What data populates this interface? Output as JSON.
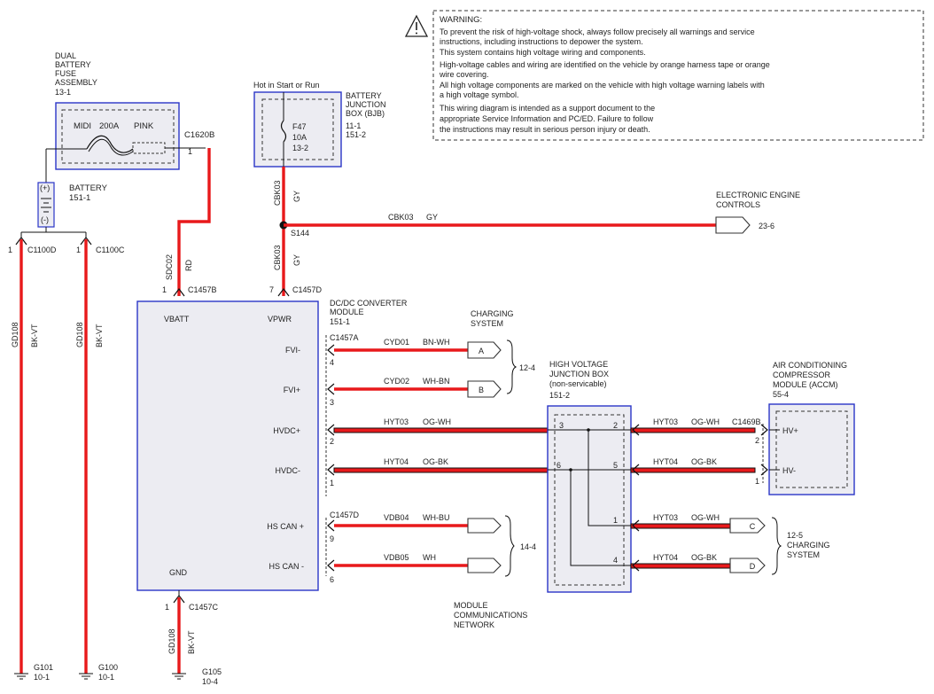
{
  "warning": {
    "title": "WARNING:",
    "lines": [
      "To prevent the risk of high-voltage shock, always follow precisely all warnings and service",
      "instructions, including instructions to depower the system.",
      "This system contains high voltage wiring and components.",
      "High-voltage cables and wiring are identified on the vehicle by orange harness tape or orange",
      "wire covering.",
      "All high voltage components are marked on the vehicle with high voltage warning labels with",
      "a high voltage symbol."
    ],
    "notice": [
      "This wiring diagram is intended as a support document to the",
      "appropriate Service Information and PC/ED.  Failure to follow",
      "the instructions may result in serious person injury or death."
    ]
  },
  "fuse_assembly": {
    "title": [
      "DUAL",
      "BATTERY",
      "FUSE",
      "ASSEMBLY"
    ],
    "ref": "13-1",
    "fuse_name": "MIDI",
    "rating": "200A",
    "color": "PINK",
    "connector": "C1620B",
    "pin": "1"
  },
  "battery": {
    "name": "BATTERY",
    "ref": "151-1",
    "plus": "(+)",
    "minus": "(-)"
  },
  "bjb": {
    "supply": "Hot in Start or Run",
    "title": [
      "BATTERY",
      "JUNCTION",
      "BOX (BJB)"
    ],
    "refs": [
      "11-1",
      "151-2"
    ],
    "fuse": "F47",
    "rating": "10A",
    "fuse_ref": "13-2"
  },
  "eec": {
    "title": [
      "ELECTRONIC ENGINE",
      "CONTROLS"
    ],
    "ref": "23-6"
  },
  "splice": "S144",
  "wires": {
    "cbk03": "CBK03",
    "gy": "GY",
    "sdc02": "SDC02",
    "rd": "RD",
    "gd108": "GD108",
    "bkvt": "BK-VT",
    "cyd01": "CYD01",
    "bnwh": "BN-WH",
    "cyd02": "CYD02",
    "whbn": "WH-BN",
    "hyt03": "HYT03",
    "ogwh": "OG-WH",
    "hyt04": "HYT04",
    "ogbk": "OG-BK",
    "vdb04": "VDB04",
    "whbu": "WH-BU",
    "vdb05": "VDB05",
    "wh": "WH"
  },
  "grounds_conn": [
    {
      "pin": "1",
      "name": "C1100D"
    },
    {
      "pin": "1",
      "name": "C1100C"
    }
  ],
  "grounds": [
    {
      "name": "G101",
      "ref": "10-1"
    },
    {
      "name": "G100",
      "ref": "10-1"
    },
    {
      "name": "G105",
      "ref": "10-4"
    }
  ],
  "dcdc": {
    "title": [
      "DC/DC CONVERTER",
      "MODULE"
    ],
    "ref": "151-1",
    "pins": {
      "vbatt": "VBATT",
      "vpwr": "VPWR",
      "fvim": "FVI-",
      "fvip": "FVI+",
      "hvdcp": "HVDC+",
      "hvdcm": "HVDC-",
      "hscanp": "HS CAN +",
      "hscanm": "HS CAN -",
      "gnd": "GND"
    },
    "conn_vbatt": {
      "pin": "1",
      "name": "C1457B"
    },
    "conn_vpwr": {
      "pin": "7",
      "name": "C1457D"
    },
    "conn_a": "C1457A",
    "conn_d": "C1457D",
    "conn_gnd": {
      "pin": "1",
      "name": "C1457C"
    },
    "pinnums": {
      "fvim": "4",
      "fvip": "3",
      "hvdcp": "2",
      "hvdcm": "1",
      "hscanp": "9",
      "hscanm": "6"
    }
  },
  "charging": {
    "title": [
      "CHARGING",
      "SYSTEM"
    ],
    "ref": "12-4",
    "a": "A",
    "b": "B"
  },
  "hvjb": {
    "title": [
      "HIGH VOLTAGE",
      "JUNCTION BOX",
      "(non-servicable)"
    ],
    "ref": "151-2",
    "pins": [
      "3",
      "2",
      "6",
      "5",
      "1",
      "4"
    ]
  },
  "accm": {
    "title": [
      "AIR CONDITIONING",
      "COMPRESSOR",
      "MODULE (ACCM)"
    ],
    "ref": "55-4",
    "hvp": "HV+",
    "hvm": "HV-",
    "conn": "C1469B",
    "pinp": "2",
    "pinm": "1"
  },
  "charging2": {
    "ref": "12-5",
    "title": [
      "CHARGING",
      "SYSTEM"
    ],
    "c": "C",
    "d": "D"
  },
  "network": {
    "ref": "14-4",
    "title": [
      "MODULE",
      "COMMUNICATIONS",
      "NETWORK"
    ]
  }
}
